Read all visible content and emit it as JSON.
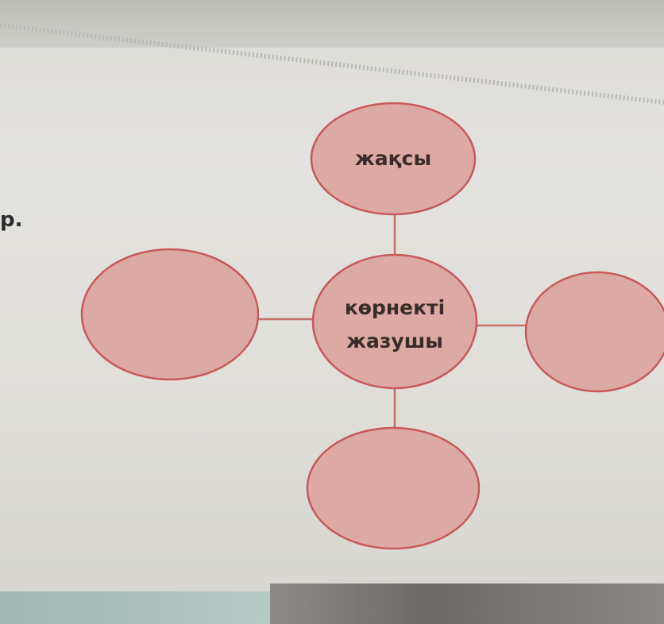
{
  "stub_text": "р.",
  "nodes": {
    "center": {
      "lines": [
        "көрнекті",
        "жазушы"
      ]
    },
    "top": {
      "text": "жақсы"
    },
    "left": {
      "text": ""
    },
    "right": {
      "text": ""
    },
    "bottom": {
      "text": ""
    }
  },
  "colors": {
    "node_fill": "#dcaaa3",
    "node_stroke": "#c85a5a",
    "line": "#c8706a"
  }
}
